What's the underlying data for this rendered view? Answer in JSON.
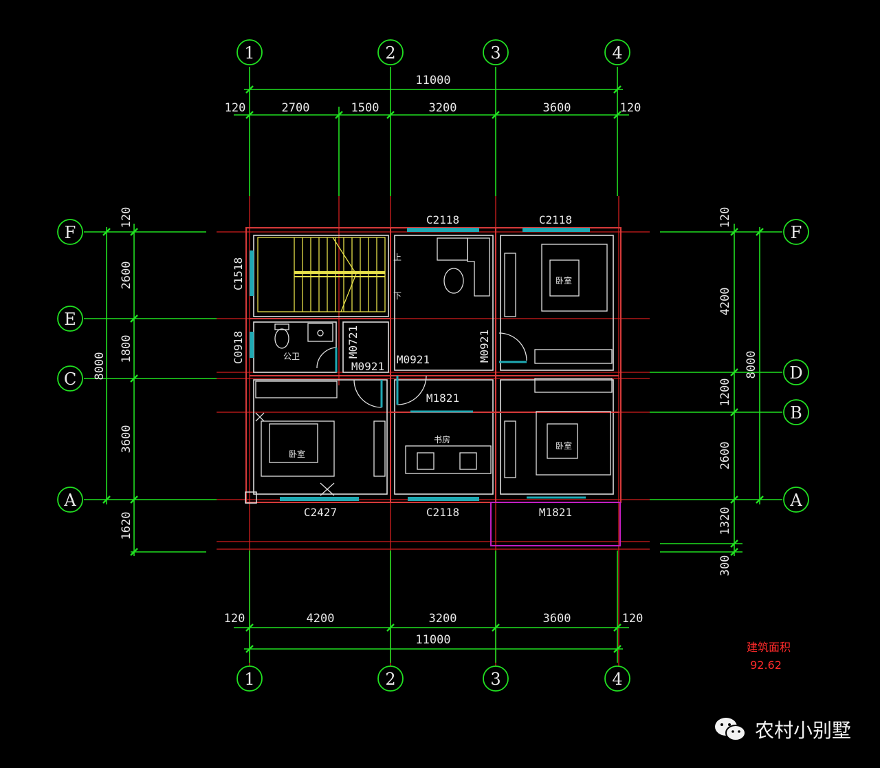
{
  "axes_vertical": [
    "1",
    "2",
    "3",
    "4"
  ],
  "axes_horizontal_left": [
    "F",
    "E",
    "C",
    "A"
  ],
  "axes_horizontal_right": [
    "F",
    "D",
    "B",
    "A"
  ],
  "dims_top": {
    "total": "11000",
    "left_wall": "120",
    "seg1": "2700",
    "seg2": "1500",
    "seg3": "3200",
    "seg4": "3600",
    "right_wall": "120"
  },
  "dims_bottom": {
    "total": "11000",
    "left_wall": "120",
    "seg1": "4200",
    "seg2": "3200",
    "seg3": "3600",
    "right_wall": "120"
  },
  "dims_left": {
    "total": "8000",
    "top_wall": "120",
    "seg1": "2600",
    "seg2": "1800",
    "seg3": "3600",
    "extra": "1620"
  },
  "dims_right": {
    "total": "8000",
    "top_wall": "120",
    "seg1": "4200",
    "seg2": "1200",
    "seg3": "2600",
    "seg4": "1320",
    "extra": "300"
  },
  "tags": {
    "c2118_top_a": "C2118",
    "c2118_top_b": "C2118",
    "c1518": "C1518",
    "c0918": "C0918",
    "m0721": "M0721",
    "m0921_a": "M0921",
    "m0921_b": "M0921",
    "m0921_c": "M0921",
    "m1821_top": "M1821",
    "c2427": "C2427",
    "c2118_bottom": "C2118",
    "m1821_bottom": "M1821"
  },
  "rooms": {
    "bath": "公卫",
    "bed_ne": "卧室",
    "bed_sw": "卧室",
    "study": "书房",
    "bed_se": "卧室",
    "up": "上",
    "down": "下"
  },
  "area": {
    "label": "建筑面积",
    "value": "92.62"
  },
  "watermark": {
    "text": "农村小别墅",
    "icon": "wechat-icon"
  },
  "colors": {
    "axis": "#21e021",
    "red": "#d21e1e",
    "window": "#1fa9b3",
    "stair": "#e6e04a",
    "balcony": "#c21fc2"
  }
}
